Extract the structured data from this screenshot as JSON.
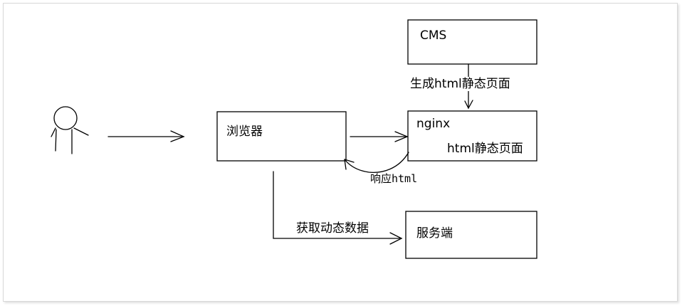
{
  "nodes": {
    "cms": "CMS",
    "browser": "浏览器",
    "nginx": "nginx",
    "nginx_content": "html静态页面",
    "server": "服务端"
  },
  "edges": {
    "generate": "生成html静态页面",
    "response": "响应html",
    "fetch": "获取动态数据"
  }
}
